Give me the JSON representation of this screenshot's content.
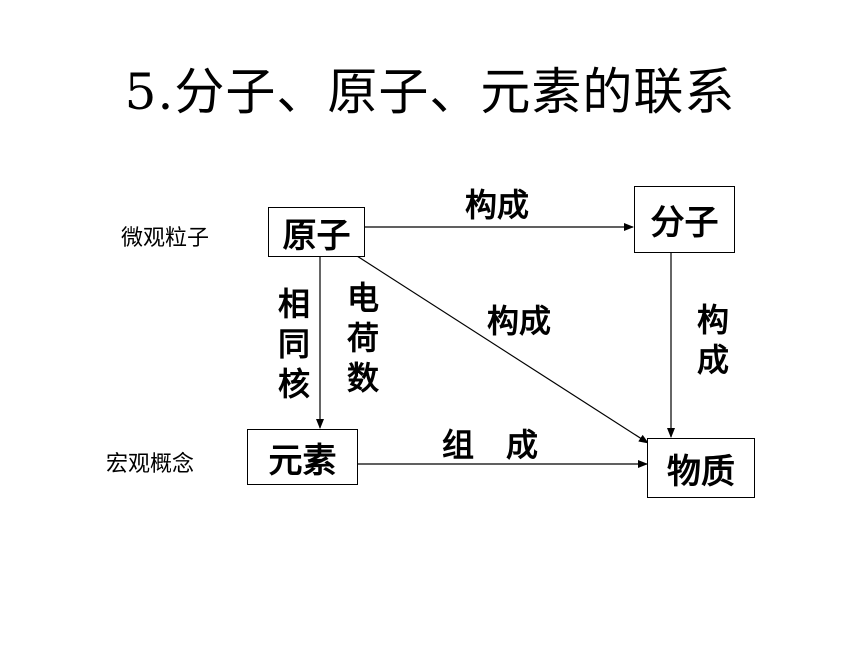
{
  "title": "5.分子、原子、元素的联系",
  "levels": {
    "micro": "微观粒子",
    "macro": "宏观概念"
  },
  "nodes": {
    "atom": "原子",
    "molecule": "分子",
    "element": "元素",
    "substance": "物质"
  },
  "edges": {
    "atom_to_molecule": "构成",
    "atom_to_substance": "构成",
    "molecule_to_substance": "构成",
    "element_to_substance": "组　成",
    "atom_to_element_left": "相同核",
    "atom_to_element_right": "电荷数"
  }
}
